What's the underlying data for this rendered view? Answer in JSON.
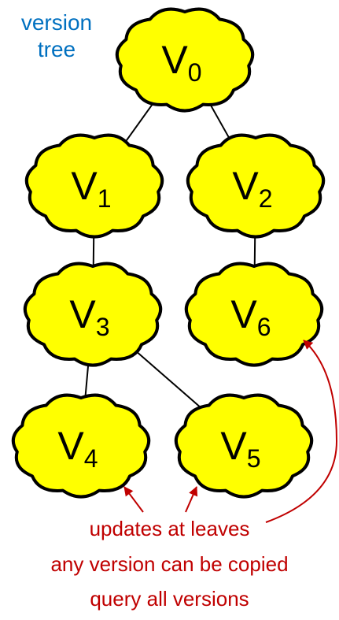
{
  "diagram": {
    "title_lines": [
      "version",
      "tree"
    ],
    "nodes": [
      {
        "id": "v0",
        "base": "V",
        "sub": "0"
      },
      {
        "id": "v1",
        "base": "V",
        "sub": "1"
      },
      {
        "id": "v2",
        "base": "V",
        "sub": "2"
      },
      {
        "id": "v3",
        "base": "V",
        "sub": "3"
      },
      {
        "id": "v6",
        "base": "V",
        "sub": "6"
      },
      {
        "id": "v4",
        "base": "V",
        "sub": "4"
      },
      {
        "id": "v5",
        "base": "V",
        "sub": "5"
      }
    ],
    "edges": [
      {
        "from": "v0",
        "to": "v1"
      },
      {
        "from": "v0",
        "to": "v2"
      },
      {
        "from": "v1",
        "to": "v3"
      },
      {
        "from": "v2",
        "to": "v6"
      },
      {
        "from": "v3",
        "to": "v4"
      },
      {
        "from": "v3",
        "to": "v5"
      }
    ],
    "notes": [
      "updates at leaves",
      "any version can be copied",
      "query all versions"
    ],
    "colors": {
      "node_fill": "#ffff00",
      "node_stroke": "#000000",
      "title": "#0070c0",
      "annotation": "#c00000",
      "edge": "#000000"
    }
  }
}
